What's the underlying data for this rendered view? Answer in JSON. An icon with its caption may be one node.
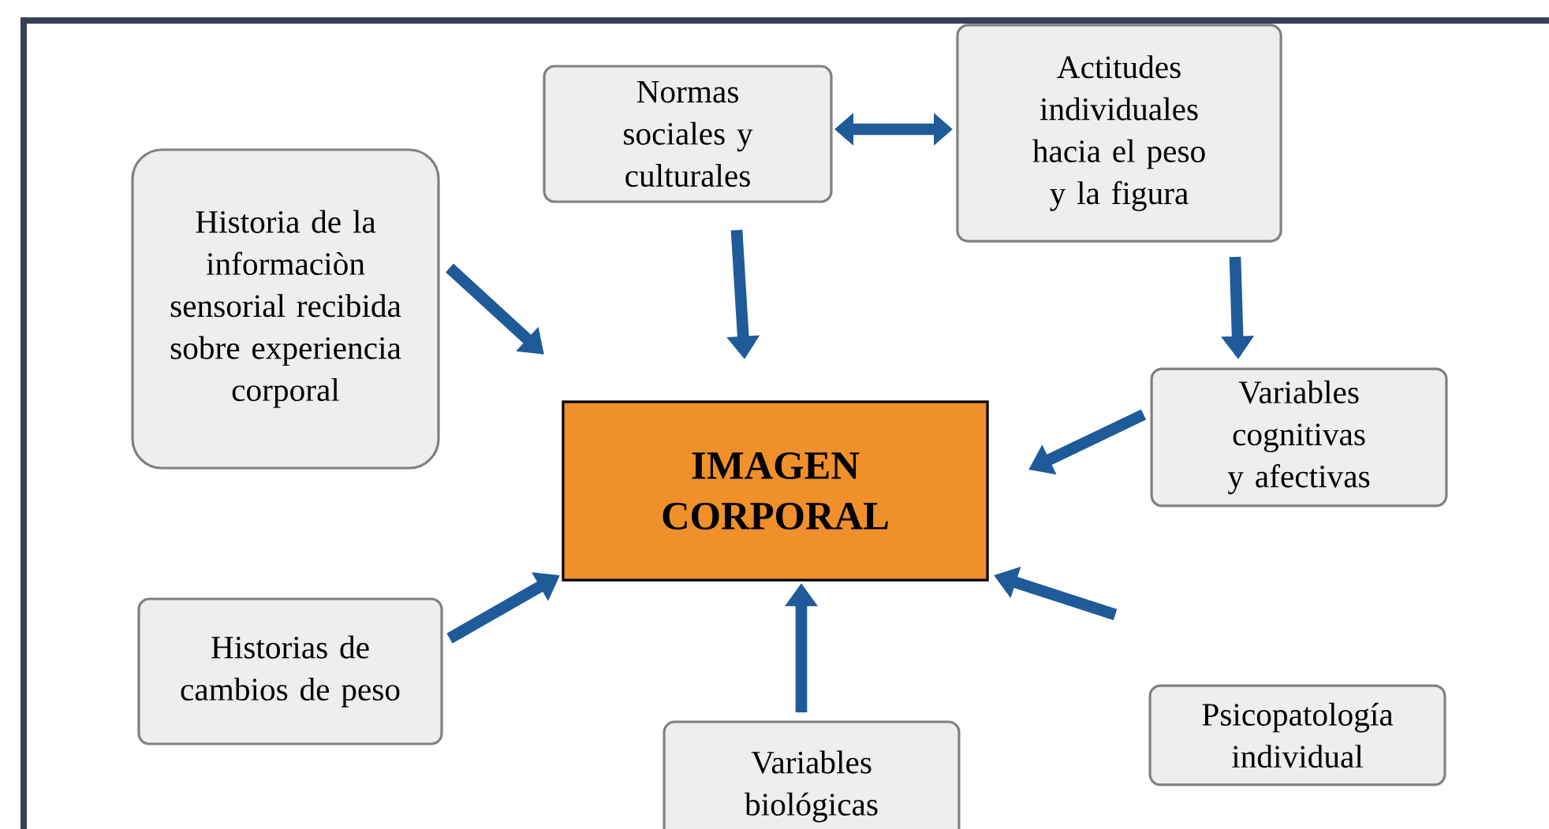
{
  "diagram": {
    "nodes": [
      {
        "text": [
          "Normas sociales y culturales"
        ]
      },
      {
        "text": [
          "Actitudes individuales hacia el peso y la figura"
        ]
      },
      {
        "text": [
          "Historia de la informaciòn sensorial recibida sobre experiencia corporal"
        ]
      },
      {
        "text": [
          "IMAGEN CORPORAL"
        ]
      },
      {
        "text": [
          "Variables cognitivas y afectivas"
        ]
      },
      {
        "text": [
          "Historias de cambios de peso"
        ]
      },
      {
        "text": [
          "Variables biológicas"
        ]
      },
      {
        "text": [
          "Psicopatología individual"
        ]
      }
    ],
    "edges": [
      {
        "from": 0,
        "to": 1,
        "arrow": "both"
      },
      {
        "from": 2,
        "to": 3,
        "arrow": "to"
      },
      {
        "from": 0,
        "to": 3,
        "arrow": "to"
      },
      {
        "from": 1,
        "to": 4,
        "arrow": "to"
      },
      {
        "from": 4,
        "to": 3,
        "arrow": "to"
      },
      {
        "from": 5,
        "to": 3,
        "arrow": "to"
      },
      {
        "from": 6,
        "to": 3,
        "arrow": "to"
      },
      {
        "from": 7,
        "to": 3,
        "arrow": "to"
      }
    ]
  }
}
